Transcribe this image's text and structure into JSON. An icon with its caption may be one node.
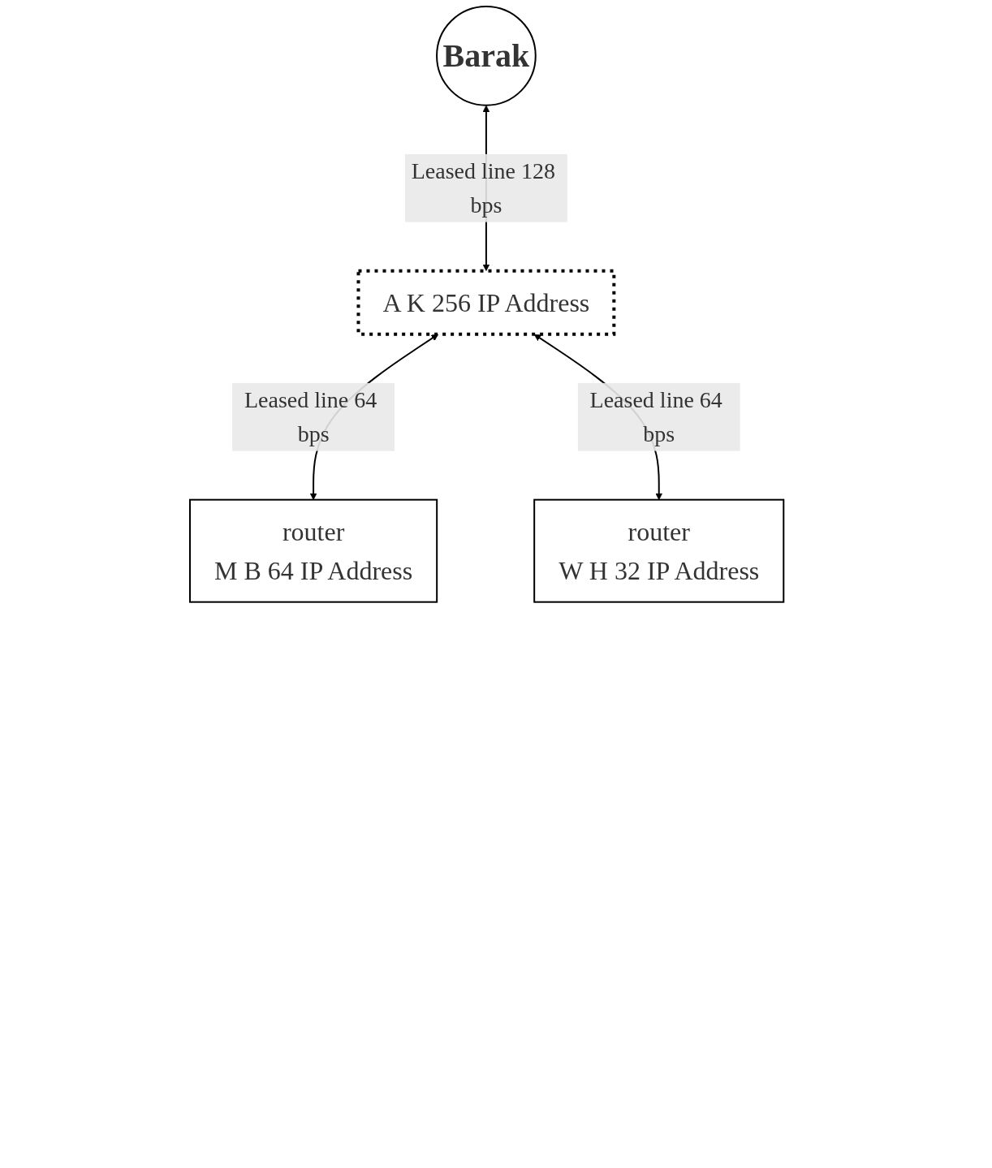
{
  "diagram": {
    "nodes": [
      {
        "text": [
          "Barak"
        ]
      },
      {
        "text": [
          "A K 256 IP Address"
        ]
      },
      {
        "text": [
          "router",
          "M B 64 IP Address"
        ]
      },
      {
        "text": [
          "router",
          "W H 32 IP Address"
        ]
      }
    ],
    "edges": [
      {
        "from": 0,
        "to": 1,
        "arrow": "both",
        "label": "Leased line 128 bps"
      },
      {
        "from": 1,
        "to": 2,
        "arrow": "both",
        "label": "Leased line 64 bps"
      },
      {
        "from": 1,
        "to": 3,
        "arrow": "both",
        "label": "Leased line 64 bps"
      }
    ]
  }
}
